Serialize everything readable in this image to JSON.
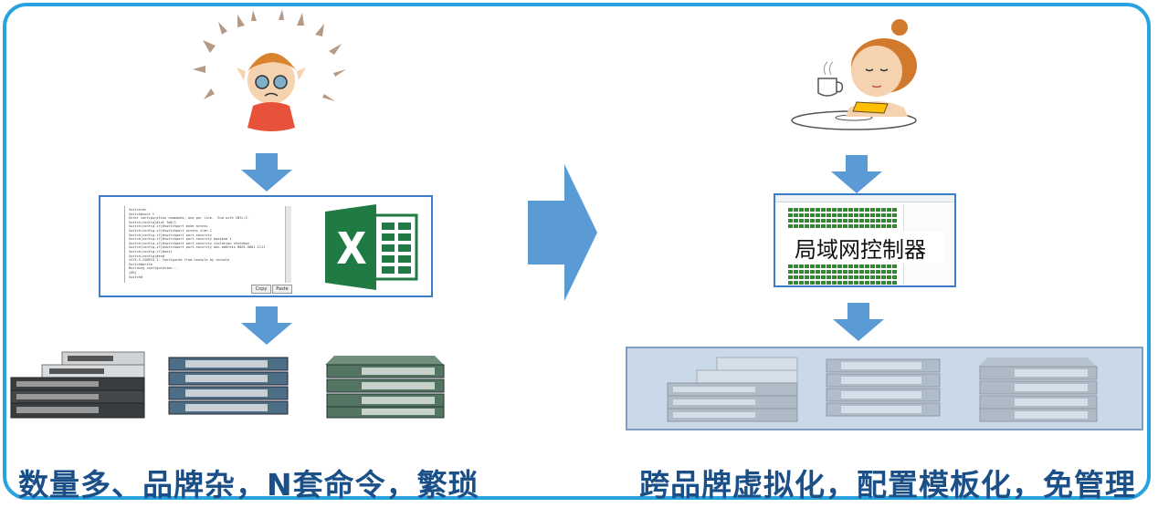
{
  "left_caption": "数量多、品牌杂，N套命令，繁琐",
  "right_caption": "跨品牌虚拟化，配置模板化，免管理",
  "controller_label": "局域网控制器",
  "terminal": {
    "lines": [
      "Switch>en",
      "Switch#conf t",
      "Enter configuration commands, one per line.  End with CNTL/Z.",
      "Switch(config)#int fa0/1",
      "Switch(config-if)#switchport mode access",
      "Switch(config-if)#switchport access vlan 1",
      "Switch(config-if)#switchport port-security",
      "Switch(config-if)#switchport port-security maximum 1",
      "Switch(config-if)#switchport port-security violation shutdown",
      "Switch(config-if)#switchport port-security mac-address 0001.0001.1111",
      "Switch(config-if)#exit",
      "Switch(config)#end",
      "",
      "%SYS-5-CONFIG_I: Configured from console by console",
      "Switch#write",
      "Building configuration...",
      "[OK]",
      "Switch#"
    ],
    "copy_button": "Copy",
    "paste_button": "Paste"
  },
  "colors": {
    "frame": "#29a3e0",
    "arrow": "#5b9bd5",
    "caption": "#1a4f88",
    "excel": "#1f7a43",
    "virtual_panel": "#c9d9ea"
  }
}
